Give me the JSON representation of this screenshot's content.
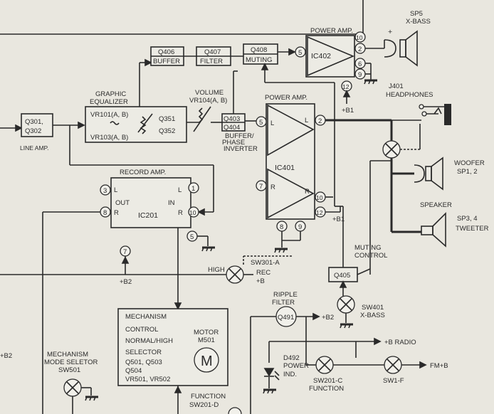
{
  "blocks": {
    "q301": {
      "line1": "Q301,",
      "line2": "Q302",
      "caption": "LINE AMP."
    },
    "geq": {
      "title1": "GRAPHIC",
      "title2": "EQUALIZER",
      "vr_a": "VR101(A, B)",
      "vr_b": "VR103(A, B)",
      "q1": "Q351",
      "q2": "Q352"
    },
    "volume": {
      "title": "VOLUME",
      "sub": "VR104(A, B)"
    },
    "q403": {
      "line1": "Q403",
      "line2": "Q404",
      "caption1": "BUFFER/",
      "caption2": "PHASE",
      "caption3": "INVERTER"
    },
    "q406": {
      "name": "Q406",
      "role": "BUFFER"
    },
    "q407": {
      "name": "Q407",
      "role": "FILTER"
    },
    "q408": {
      "name": "Q408",
      "role": "MUTING"
    },
    "ic402": {
      "title": "POWER AMP.",
      "name": "IC402",
      "pins": [
        "5",
        "10",
        "2",
        "6",
        "9",
        "12"
      ],
      "supply": "+B1"
    },
    "ic401": {
      "title": "POWER AMP.",
      "name": "IC401",
      "L": "L",
      "R": "R",
      "L2": "L",
      "R2": "R",
      "pins": [
        "5",
        "2",
        "7",
        "10",
        "12",
        "8",
        "9"
      ],
      "supply": "+B1"
    },
    "ic201": {
      "title": "RECORD AMP.",
      "name": "IC201",
      "L": "L",
      "R": "R",
      "out": "OUT",
      "in": "IN",
      "L2": "L",
      "R2": "R",
      "pins": [
        "3",
        "8",
        "1",
        "10",
        "5",
        "7"
      ],
      "supply": "+B2"
    },
    "sw301": {
      "name": "SW301-A",
      "high": "HIGH",
      "rec1": "REC",
      "rec2": "+B"
    },
    "mech": {
      "line1": "MECHANISM",
      "line2": "CONTROL",
      "line3": "NORMAL/HIGH",
      "line4": "SELECTOR",
      "line5": "Q501, Q503",
      "line6": "Q504",
      "line7": "VR501, VR502",
      "motor": "MOTOR",
      "motor_id": "M501",
      "motor_letter": "M"
    },
    "ripple": {
      "title1": "RIPPLE",
      "title2": "FILTER",
      "name": "Q491",
      "out": "+B2"
    },
    "q405": {
      "name": "Q405",
      "caption1": "MUTING",
      "caption2": "CONTROL"
    },
    "sw401": {
      "name": "SW401",
      "role": "X-BASS"
    },
    "d492": {
      "name": "D492",
      "role1": "POWER",
      "role2": "IND."
    },
    "sw201c": {
      "name": "SW201-C",
      "role": "FUNCTION"
    },
    "sw1f": {
      "name": "SW1-F",
      "out": "FM+B",
      "radio": "+B RADIO"
    },
    "sw201d": {
      "title": "FUNCTION",
      "name": "SW201-D"
    },
    "sw501": {
      "line1": "MECHANISM",
      "line2": "MODE SELETOR",
      "line3": "SW501"
    },
    "left_b2": "+B2"
  },
  "outputs": {
    "sp5": {
      "name": "SP5",
      "role": "X-BASS",
      "plus": "+",
      "minus": "-"
    },
    "j401": {
      "name": "J401",
      "role": "HEADPHONES"
    },
    "woofer": {
      "role": "WOOFER",
      "name": "SP1, 2"
    },
    "speaker": {
      "label": "SPEAKER"
    },
    "tweeter": {
      "name": "SP3, 4",
      "role": "TWEETER"
    }
  },
  "icons": [
    "resistor-zigzag-icon",
    "variable-resistor-icon",
    "amplifier-triangle-icon",
    "speaker-icon",
    "lamp-switch-icon",
    "ground-icon",
    "motor-icon",
    "led-icon",
    "jack-icon"
  ]
}
